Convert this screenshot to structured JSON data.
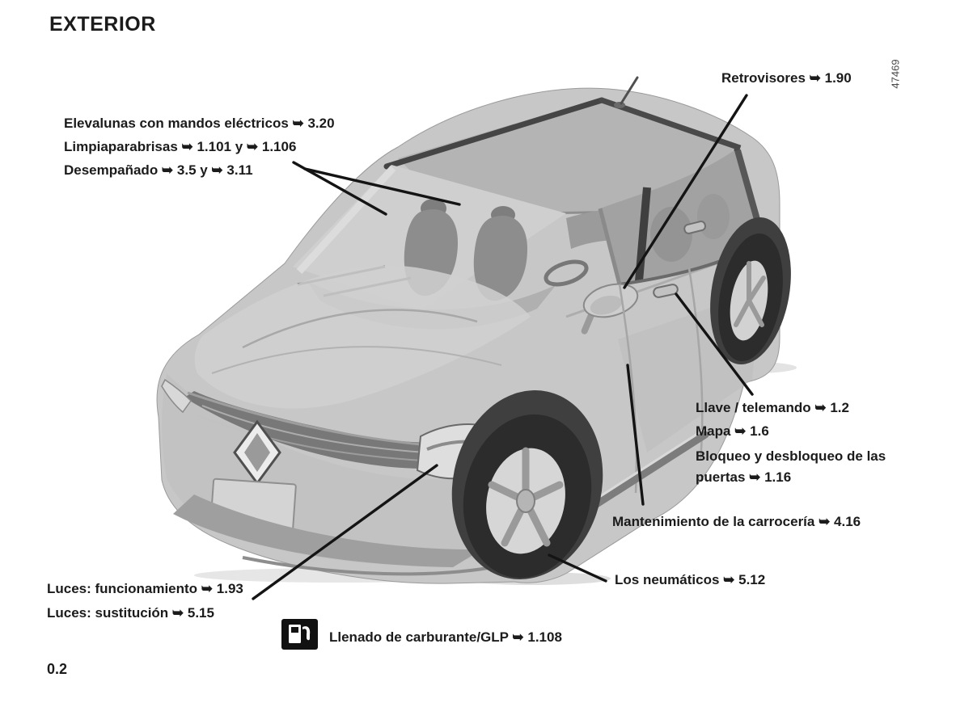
{
  "page": {
    "title": "EXTERIOR",
    "page_number": "0.2",
    "figure_ref": "47469"
  },
  "callouts": {
    "retrovisores": "Retrovisores ➥ 1.90",
    "elevalunas": "Elevalunas con mandos eléctricos ➥ 3.20",
    "limpiaparabrisas": "Limpiaparabrisas ➥ 1.101 y ➥ 1.106",
    "desempanado": "Desempañado ➥ 3.5  y  ➥ 3.11",
    "llave_telemando": "Llave / telemando ➥ 1.2",
    "mapa": "Mapa ➥ 1.6",
    "bloqueo_puertas": "Bloqueo y desbloqueo de las puertas ➥ 1.16",
    "mantenimiento_carroceria": "Mantenimiento de la carrocería ➥ 4.16",
    "neumaticos": "Los neumáticos ➥ 5.12",
    "luces_funcionamiento": "Luces: funcionamiento ➥ 1.93",
    "luces_sustitucion": "Luces: sustitución ➥ 5.15",
    "llenado_carburante": "Llenado de carburante/GLP ➥ 1.108"
  },
  "icons": {
    "fuel_pump": "fuel-pump-icon"
  },
  "colors": {
    "text": "#1b1b1b",
    "figure_ref_gray": "#4a4a4a",
    "car_body": "#c7c7c7",
    "dark_trim": "#3f3f3f",
    "tire": "#2c2c2c",
    "callout_line": "#141414"
  }
}
